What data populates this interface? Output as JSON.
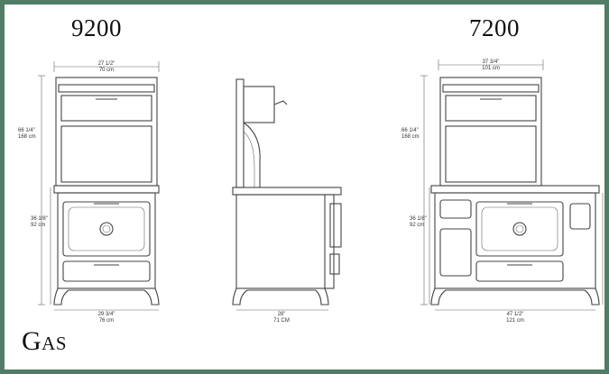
{
  "header": {
    "left_model": "9200",
    "right_model": "7200"
  },
  "footer": {
    "fuel_label": "Gas"
  },
  "dimensions": {
    "model_9200": {
      "width_top_in": "27 1/2\"",
      "width_top_cm": "70 cm",
      "height_in": "66 1/4\"",
      "height_cm": "168 cm",
      "counter_in": "36 1/8\"",
      "counter_cm": "92 cm",
      "base_in": "29 3/4\"",
      "base_cm": "76 cm"
    },
    "side_view": {
      "depth_in": "28\"",
      "depth_cm": "71 CM"
    },
    "model_7200": {
      "width_top_in": "37 3/4\"",
      "width_top_cm": "101 cm",
      "height_in": "66 1/4\"",
      "height_cm": "168 cm",
      "counter_in": "36 1/8\"",
      "counter_cm": "92 cm",
      "base_in": "47 1/2\"",
      "base_cm": "121 cm"
    }
  },
  "colors": {
    "frame": "#4f7d66",
    "line": "#444444"
  }
}
